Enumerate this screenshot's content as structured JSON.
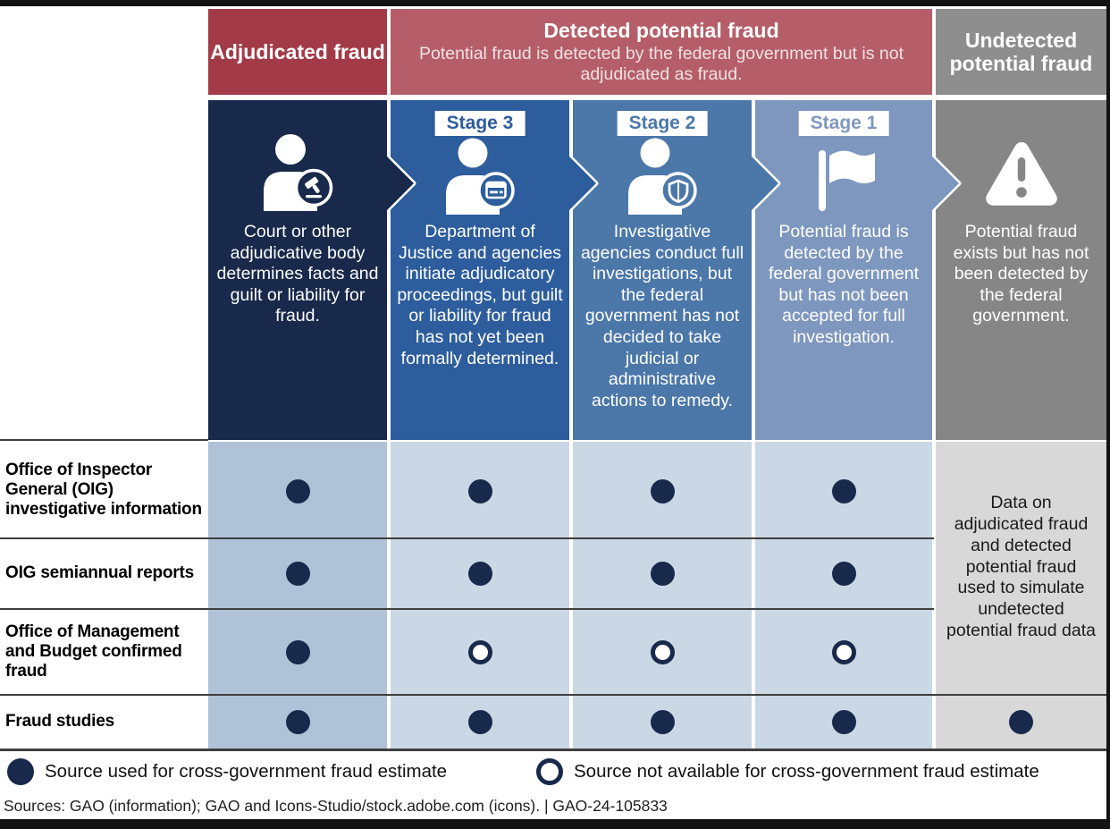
{
  "colors": {
    "adjudicated_header": "#A23B47",
    "detected_header": "#B55E69",
    "undetected_header": "#8E8E8E",
    "adjudicated_col": "#18294B",
    "stage3_col": "#2D5D9C",
    "stage2_col": "#4B77A9",
    "stage1_col": "#7E97BE",
    "undetected_col": "#868686",
    "adjudicated_cell": "#AFC2D8",
    "detected_cell": "#CAD7E5",
    "undetected_cell": "#D8D8D8",
    "dot": "#18294B"
  },
  "header": {
    "adjudicated": {
      "title": "Adjudicated fraud"
    },
    "detected": {
      "title": "Detected potential fraud",
      "subtitle": "Potential fraud is detected by the federal government but is not adjudicated as fraud."
    },
    "undetected": {
      "title": "Undetected potential fraud"
    }
  },
  "columns": [
    {
      "key": "adjudicated",
      "stage": "",
      "icon": "person-gavel-icon",
      "description": "Court or other adjudicative body determines facts and guilt or liability for fraud."
    },
    {
      "key": "stage3",
      "stage": "Stage 3",
      "icon": "person-document-icon",
      "description": "Department of Justice and agencies initiate adjudicatory proceedings, but guilt or liability for fraud has not yet been formally determined."
    },
    {
      "key": "stage2",
      "stage": "Stage 2",
      "icon": "person-shield-icon",
      "description": "Investigative agencies conduct full investigations, but the federal government has not decided to take judicial or administrative actions to remedy."
    },
    {
      "key": "stage1",
      "stage": "Stage 1",
      "icon": "flag-icon",
      "description": "Potential fraud is detected by the federal government but has not been accepted for full investigation."
    },
    {
      "key": "undetected",
      "stage": "",
      "icon": "warning-icon",
      "description": "Potential fraud exists but has not been detected by the federal government."
    }
  ],
  "rows": [
    {
      "label": "Office of Inspector General (OIG) investigative information",
      "dots": [
        "filled",
        "filled",
        "filled",
        "filled",
        ""
      ]
    },
    {
      "label": "OIG semiannual reports",
      "dots": [
        "filled",
        "filled",
        "filled",
        "filled",
        ""
      ]
    },
    {
      "label": "Office of Management and Budget confirmed fraud",
      "dots": [
        "filled",
        "open",
        "open",
        "open",
        ""
      ]
    },
    {
      "label": "Fraud studies",
      "dots": [
        "filled",
        "filled",
        "filled",
        "filled",
        "filled"
      ]
    }
  ],
  "undetected_note": "Data on adjudicated fraud and detected potential fraud used to simulate undetected potential fraud data",
  "legend": {
    "filled_label": "Source used for cross-government fraud estimate",
    "open_label": "Source not available for cross-government fraud estimate"
  },
  "footer": "Sources: GAO (information); GAO and Icons-Studio/stock.adobe.com (icons).  |  GAO-24-105833"
}
